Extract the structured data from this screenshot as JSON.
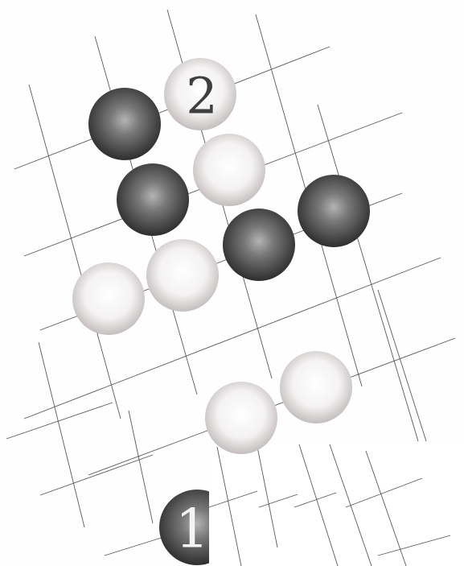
{
  "diagram": {
    "stones": [
      {
        "color": "white",
        "label": "2"
      },
      {
        "color": "black",
        "label": ""
      },
      {
        "color": "white",
        "label": ""
      },
      {
        "color": "black",
        "label": ""
      },
      {
        "color": "black",
        "label": ""
      },
      {
        "color": "black",
        "label": ""
      },
      {
        "color": "white",
        "label": ""
      },
      {
        "color": "white",
        "label": ""
      },
      {
        "color": "white",
        "label": ""
      },
      {
        "color": "white",
        "label": ""
      },
      {
        "color": "black",
        "label": "1"
      }
    ],
    "colors": {
      "black_stone_dark": "#3a3a3a",
      "black_stone_light": "#8a8a8a",
      "white_stone_light": "#ffffff",
      "white_stone_dark": "#cfcaca",
      "grid": "#5a5a5a",
      "label_on_white": "#3f3f3f",
      "label_on_black": "#f4f4f4"
    }
  }
}
